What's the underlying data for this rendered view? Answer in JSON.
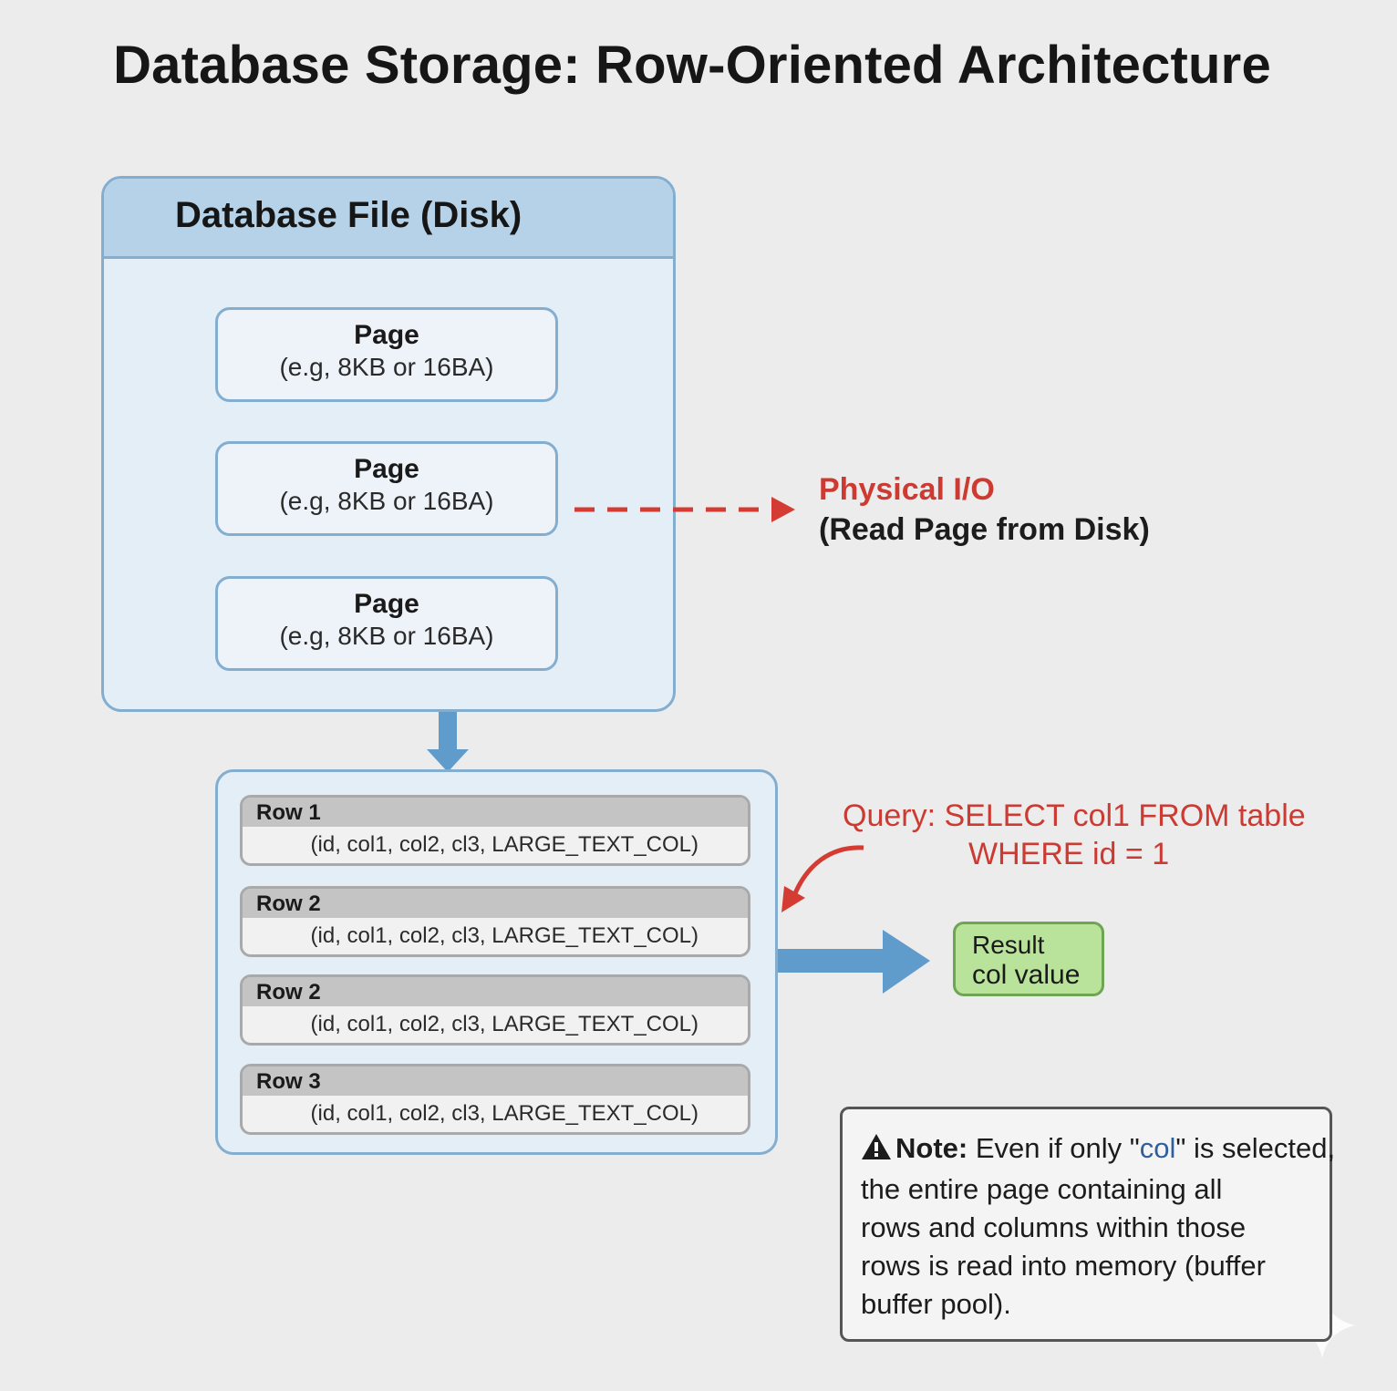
{
  "title": "Database Storage: Row-Oriented Architecture",
  "disk": {
    "title": "Database File (Disk)",
    "pages": [
      {
        "label": "Page",
        "size": "(e.g, 8KB or 16BA)"
      },
      {
        "label": "Page",
        "size": "(e.g, 8KB or 16BA)"
      },
      {
        "label": "Page",
        "size": "(e.g, 8KB or 16BA)"
      }
    ]
  },
  "physical_io": {
    "label": "Physical I/O",
    "sub": "(Read Page from Disk)"
  },
  "rows": [
    {
      "label": "Row 1",
      "columns": "(id, col1, col2, cl3, LARGE_TEXT_COL)"
    },
    {
      "label": "Row 2",
      "columns": "(id, col1, col2, cl3, LARGE_TEXT_COL)"
    },
    {
      "label": "Row 2",
      "columns": "(id, col1, col2, cl3, LARGE_TEXT_COL)"
    },
    {
      "label": "Row 3",
      "columns": "(id, col1, col2, cl3, LARGE_TEXT_COL)"
    }
  ],
  "query": {
    "line1": "Query: SELECT col1 FROM table",
    "line2": "WHERE id = 1"
  },
  "result": {
    "line1": "Result",
    "line2": "col value"
  },
  "note": {
    "label": "Note:",
    "line1_pre": "Even if only \"",
    "line1_hl": "col",
    "line1_post": "\" is selected,",
    "line2": "the entire page containing all",
    "line3": "rows and columns within those",
    "line4": "rows is read into memory (buffer",
    "line5": "buffer pool)."
  },
  "colors": {
    "accent_blue": "#84aed0",
    "io_red": "#cc3a32",
    "result_green": "#b9e39b",
    "flow_arrow": "#5f9bcb"
  },
  "icons": [
    "warning-icon",
    "sparkle-icon"
  ]
}
